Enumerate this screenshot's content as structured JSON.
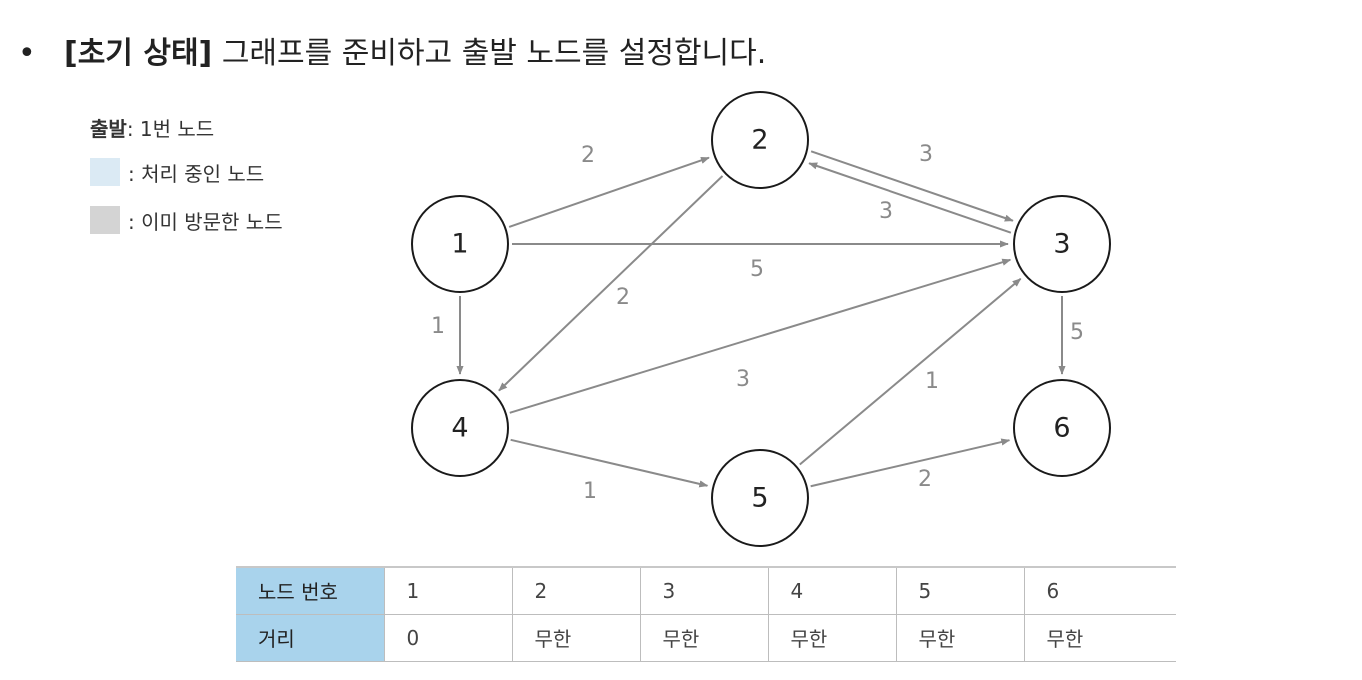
{
  "heading": {
    "bullet": "•",
    "bold": "[초기 상태]",
    "text": " 그래프를 준비하고 출발 노드를 설정합니다."
  },
  "legend": {
    "start_label": "출발",
    "start_value": ": 1번 노드",
    "processing": ": 처리 중인 노드",
    "visited": ": 이미 방문한 노드",
    "processing_color": "#dbeaf4",
    "visited_color": "#d4d4d4"
  },
  "graph": {
    "nodes": [
      "1",
      "2",
      "3",
      "4",
      "5",
      "6"
    ],
    "edges": [
      {
        "from": "1",
        "to": "2",
        "weight": "2"
      },
      {
        "from": "1",
        "to": "3",
        "weight": "5"
      },
      {
        "from": "1",
        "to": "4",
        "weight": "1"
      },
      {
        "from": "2",
        "to": "3",
        "weight": "3"
      },
      {
        "from": "2",
        "to": "4",
        "weight": "2"
      },
      {
        "from": "3",
        "to": "2",
        "weight": "3"
      },
      {
        "from": "3",
        "to": "6",
        "weight": "5"
      },
      {
        "from": "4",
        "to": "3",
        "weight": "3"
      },
      {
        "from": "4",
        "to": "5",
        "weight": "1"
      },
      {
        "from": "5",
        "to": "3",
        "weight": "1"
      },
      {
        "from": "5",
        "to": "6",
        "weight": "2"
      }
    ]
  },
  "table": {
    "row_headers": [
      "노드 번호",
      "거리"
    ],
    "node_numbers": [
      "1",
      "2",
      "3",
      "4",
      "5",
      "6"
    ],
    "distances": [
      "0",
      "무한",
      "무한",
      "무한",
      "무한",
      "무한"
    ]
  }
}
